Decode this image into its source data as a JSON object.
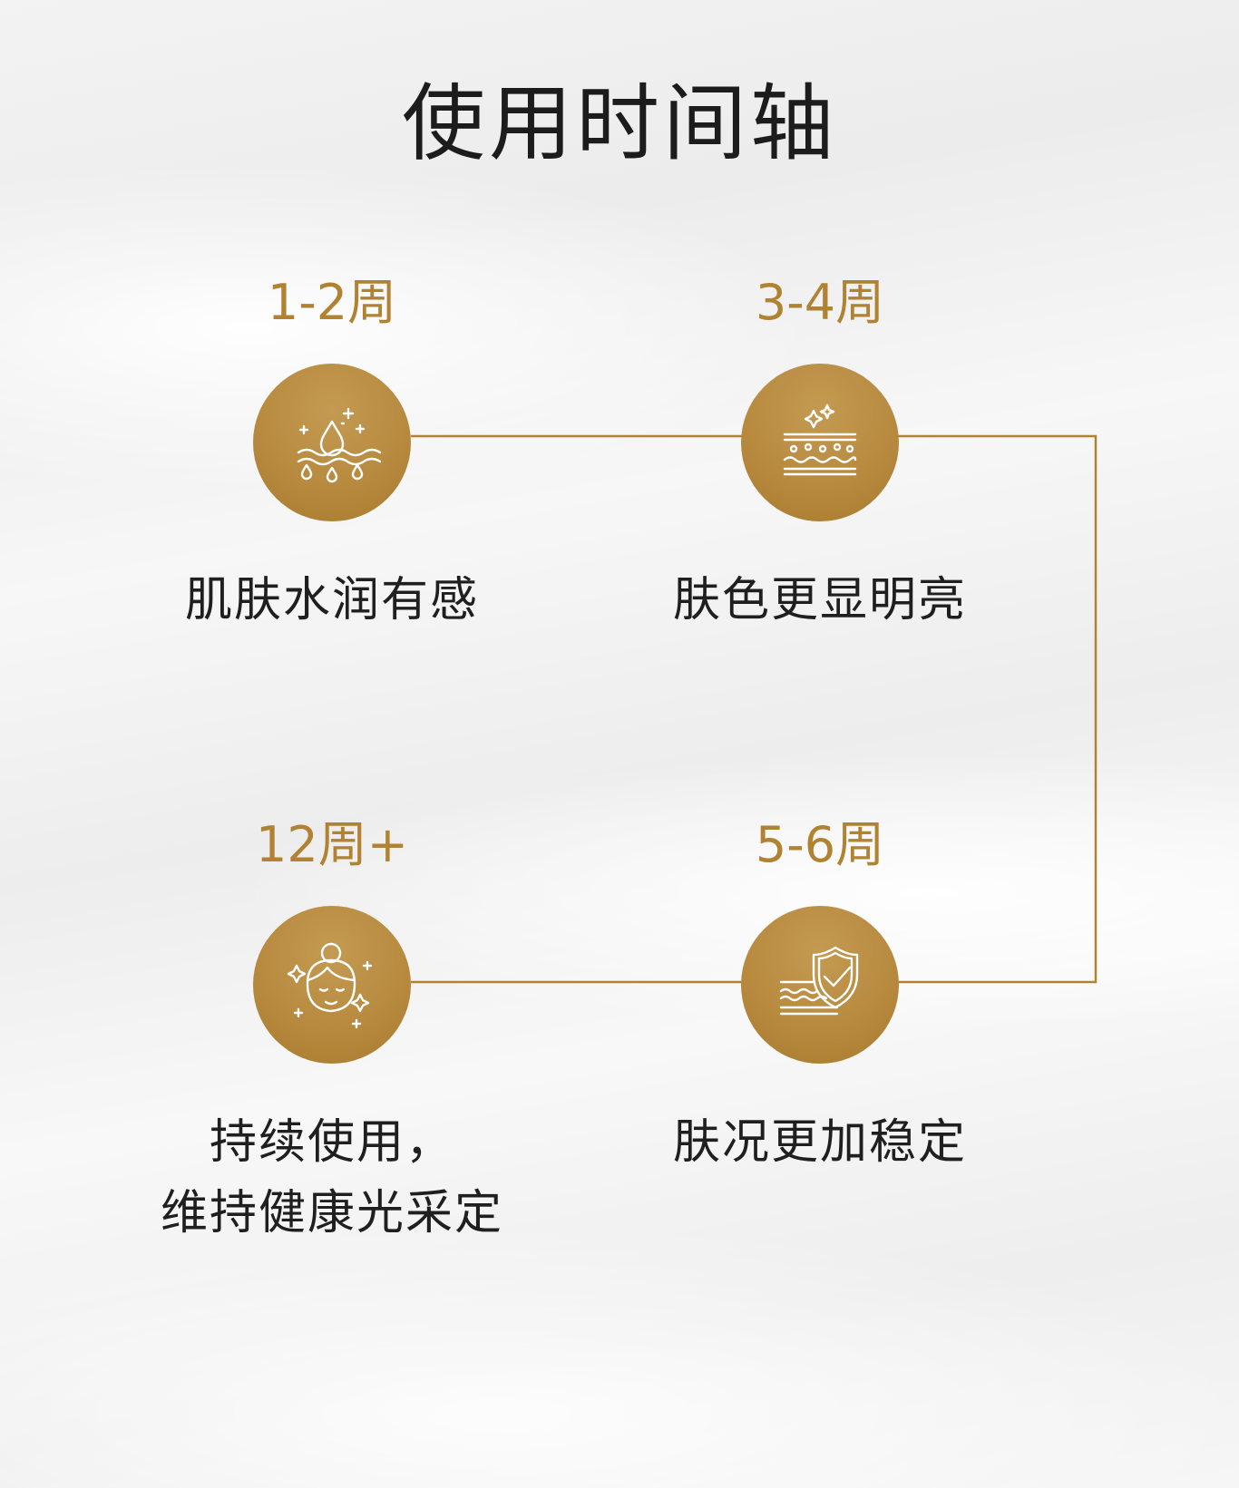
{
  "title": "使用时间轴",
  "colors": {
    "accent": "#b08231",
    "badge": "#b78a3f",
    "text": "#1f1f1f"
  },
  "stages": [
    {
      "period": "1-2周",
      "icon": "water-drop-icon",
      "description": [
        "肌肤水润有感"
      ]
    },
    {
      "period": "3-4周",
      "icon": "skin-layer-icon",
      "description": [
        "肤色更显明亮"
      ]
    },
    {
      "period": "5-6周",
      "icon": "shield-check-icon",
      "description": [
        "肤况更加稳定"
      ]
    },
    {
      "period": "12周+",
      "icon": "face-glow-icon",
      "description": [
        "持续使用，",
        "维持健康光采定"
      ]
    }
  ]
}
